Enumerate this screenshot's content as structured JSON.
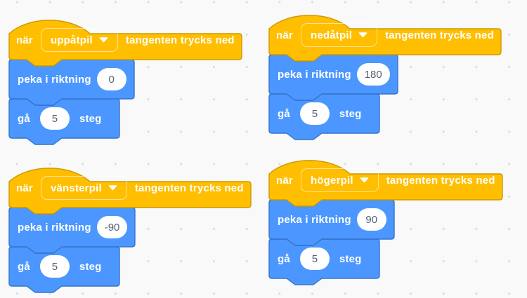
{
  "workspace": {
    "bg": "#f9f9f9",
    "dot_color": "#d9d9d9"
  },
  "colors": {
    "events_fill": "#FFBF00",
    "events_stroke": "#CC9900",
    "motion_fill": "#4C97FF",
    "motion_stroke": "#3373CC",
    "input_text": "#575E75"
  },
  "labels": {
    "when": "när",
    "key_pressed": "tangenten trycks ned",
    "point": "peka i riktning",
    "move": "gå",
    "steps": "steg"
  },
  "scripts": [
    {
      "key": "uppåtpil",
      "direction": "0",
      "steps": "5"
    },
    {
      "key": "nedåtpil",
      "direction": "180",
      "steps": "5"
    },
    {
      "key": "vänsterpil",
      "direction": "-90",
      "steps": "5"
    },
    {
      "key": "högerpil",
      "direction": "90",
      "steps": "5"
    }
  ]
}
